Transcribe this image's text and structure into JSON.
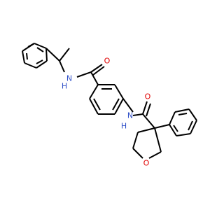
{
  "molecule": {
    "atoms": {
      "o_amide1": {
        "symbol": "O",
        "color": "#e00000"
      },
      "n_amide1": {
        "symbol": "N",
        "color": "#3050c8"
      },
      "h_amide1": {
        "symbol": "H",
        "color": "#3050c8"
      },
      "o_amide2": {
        "symbol": "O",
        "color": "#e00000"
      },
      "n_amide2": {
        "symbol": "N",
        "color": "#3050c8"
      },
      "h_amide2": {
        "symbol": "H",
        "color": "#3050c8"
      },
      "o_ring": {
        "symbol": "O",
        "color": "#e00000"
      }
    },
    "bond_color": "#000000"
  }
}
